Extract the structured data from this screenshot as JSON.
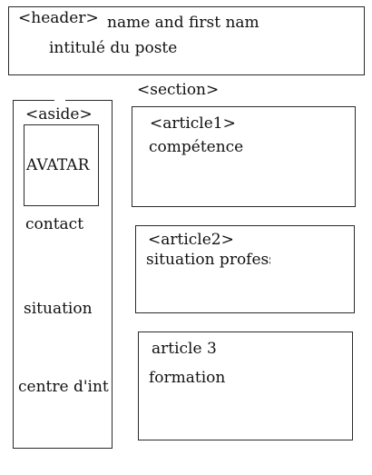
{
  "header": {
    "tag": "<header>",
    "name": "name and first nam",
    "job_title": "intitulé du poste"
  },
  "section": {
    "tag": "<section>"
  },
  "aside": {
    "tag": "<aside>",
    "avatar": "AVATAR",
    "items": [
      "contact",
      "situation",
      "centre d'int"
    ]
  },
  "articles": [
    {
      "tag": "<article1>",
      "content": "compétence"
    },
    {
      "tag": "<article2>",
      "content": "situation profess"
    },
    {
      "tag": "article 3",
      "content": "formation"
    }
  ]
}
